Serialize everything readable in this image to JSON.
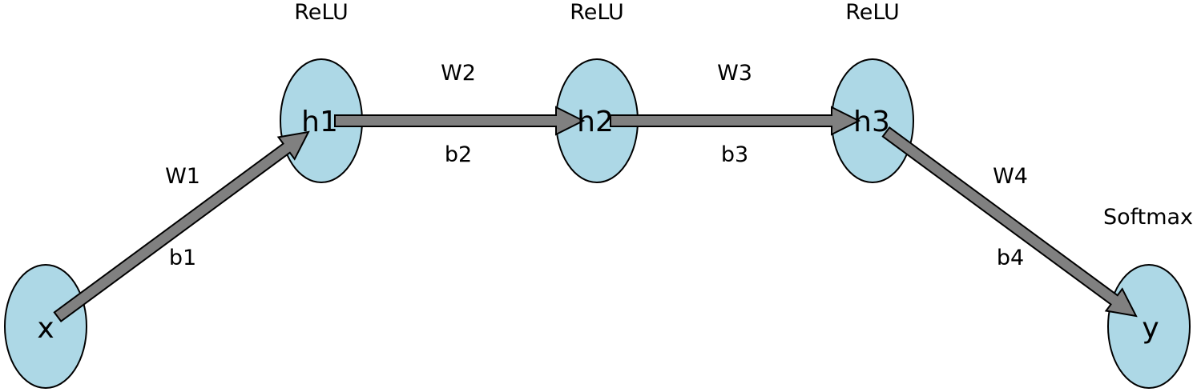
{
  "colors": {
    "node_fill": "#add8e6",
    "node_stroke": "#000000",
    "arrow_fill": "#808080",
    "text": "#000000"
  },
  "nodes": [
    {
      "id": "x",
      "label": "x",
      "activation": ""
    },
    {
      "id": "h1",
      "label": "h1",
      "activation": "ReLU"
    },
    {
      "id": "h2",
      "label": "h2",
      "activation": "ReLU"
    },
    {
      "id": "h3",
      "label": "h3",
      "activation": "ReLU"
    },
    {
      "id": "y",
      "label": "y",
      "activation": "Softmax"
    }
  ],
  "edges": [
    {
      "from": "x",
      "to": "h1",
      "weight": "W1",
      "bias": "b1"
    },
    {
      "from": "h1",
      "to": "h2",
      "weight": "W2",
      "bias": "b2"
    },
    {
      "from": "h2",
      "to": "h3",
      "weight": "W3",
      "bias": "b3"
    },
    {
      "from": "h3",
      "to": "y",
      "weight": "W4",
      "bias": "b4"
    }
  ]
}
